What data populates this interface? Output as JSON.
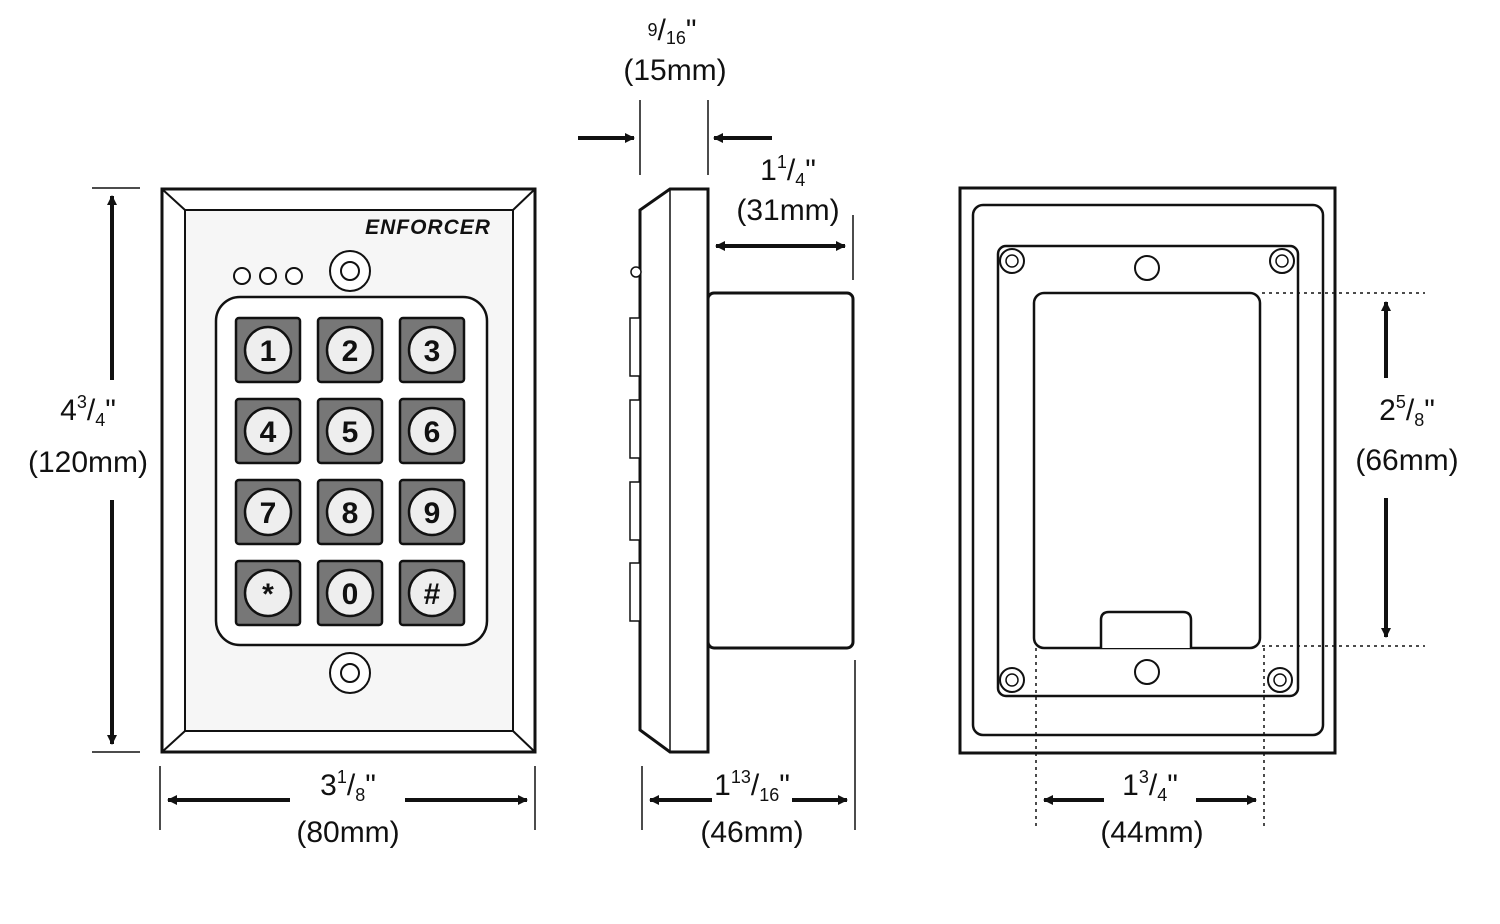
{
  "brand": "ENFORCER",
  "colors": {
    "line": "#111111",
    "face": "#f2f2f2",
    "key": "#777777",
    "key_inner": "#eeeeee"
  },
  "keypad": [
    "1",
    "2",
    "3",
    "4",
    "5",
    "6",
    "7",
    "8",
    "9",
    "*",
    "0",
    "#"
  ],
  "dimensions": {
    "front_height": {
      "whole": "4",
      "num": "3",
      "den": "4",
      "mm": "(120mm)"
    },
    "front_width": {
      "whole": "3",
      "num": "1",
      "den": "8",
      "mm": "(80mm)"
    },
    "side_plate_depth": {
      "whole": "",
      "num": "9",
      "den": "16",
      "mm": "(15mm)"
    },
    "side_box_depth": {
      "whole": "1",
      "num": "1",
      "den": "4",
      "mm": "(31mm)"
    },
    "side_total_depth": {
      "whole": "1",
      "num": "13",
      "den": "16",
      "mm": "(46mm)"
    },
    "back_height": {
      "whole": "2",
      "num": "5",
      "den": "8",
      "mm": "(66mm)"
    },
    "back_width": {
      "whole": "1",
      "num": "3",
      "den": "4",
      "mm": "(44mm)"
    }
  }
}
